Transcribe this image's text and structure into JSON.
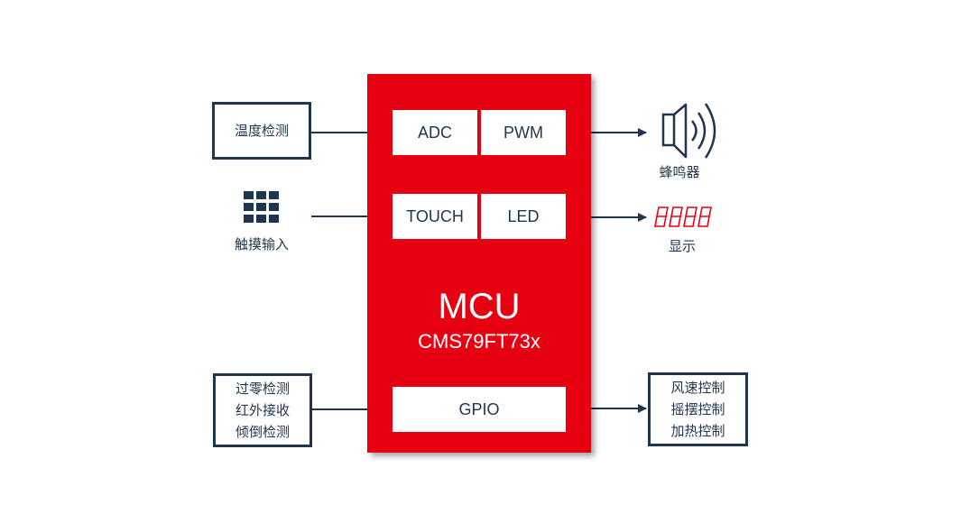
{
  "colors": {
    "mcu_red": "#e60012",
    "navy": "#1f3550",
    "display_red": "#e60012"
  },
  "mcu": {
    "title": "MCU",
    "model": "CMS79FT73x",
    "blocks": {
      "adc": "ADC",
      "pwm": "PWM",
      "touch": "TOUCH",
      "led": "LED",
      "gpio": "GPIO"
    }
  },
  "inputs": {
    "temperature": {
      "label": "温度检测"
    },
    "touch": {
      "label": "触摸输入",
      "icon": "keypad-icon"
    },
    "misc": {
      "lines": [
        "过零检测",
        "红外接收",
        "倾倒检测"
      ]
    }
  },
  "outputs": {
    "buzzer": {
      "label": "蜂鸣器",
      "icon": "speaker-icon"
    },
    "display": {
      "label": "显示",
      "icon": "seven-segment-display-icon"
    },
    "control": {
      "lines": [
        "风速控制",
        "摇摆控制",
        "加热控制"
      ]
    }
  }
}
